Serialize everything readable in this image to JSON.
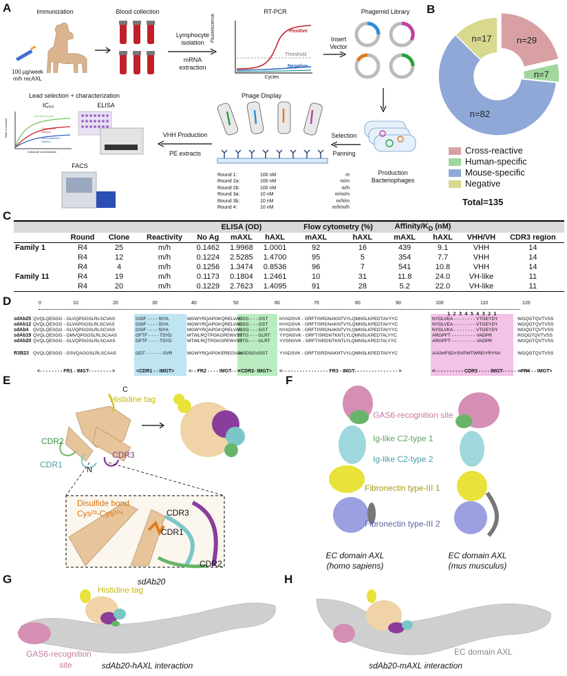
{
  "panels": {
    "A": "A",
    "B": "B",
    "C": "C",
    "D": "D",
    "E": "E",
    "F": "F",
    "G": "G",
    "H": "H"
  },
  "panelA": {
    "immunization": "Immunization",
    "dose1": "100 µg/week",
    "dose2": "m/h recAXL",
    "blood": "Blood collection",
    "lymph1": "Lymphocyte",
    "lymph2": "isolation",
    "mrna1": "mRNA",
    "mrna2": "extraction",
    "rtpcr": "RT-PCR",
    "positive": "Positive",
    "threshold": "Threshold",
    "negative": "Negative",
    "fluorescence": "Fluorescence",
    "cycles": "Cycles",
    "phagemid": "Phagemid Library",
    "insert1": "Insert",
    "insert2": "Vector",
    "lead": "Lead selection + characterization",
    "ic50": "IC₅₀",
    "elisa": "ELISA",
    "facs": "FACS",
    "normal": "Normal enzyme",
    "competitive": "Competitive inhibitor",
    "noncompetitive": "Noncompetitive inhibitor",
    "rate": "Rate of reaction",
    "substrate": "Substrate concentration",
    "phage_display": "Phage Display",
    "vhh_prod": "VHH Production",
    "pe": "PE extracts",
    "selection": "Selection",
    "panning": "Panning",
    "prod1": "Production",
    "prod2": "Bacteriophages",
    "rounds": [
      {
        "r": "Round 1:",
        "c": "100 nM",
        "s": "m"
      },
      {
        "r": "Round 2a:",
        "c": "100 nM",
        "s": "m/m"
      },
      {
        "r": "Round 2b:",
        "c": "100 nM",
        "s": "m/h"
      },
      {
        "r": "Round 3a:",
        "c": "10 nM",
        "s": "m/m/m"
      },
      {
        "r": "Round 3b:",
        "c": "10 nM",
        "s": "m/h/m"
      },
      {
        "r": "Round 4:",
        "c": "10 nM",
        "s": "m/h/m/h"
      }
    ]
  },
  "panelB": {
    "segments": [
      {
        "label": "n=29",
        "value": 29,
        "color": "#d8a0a3",
        "name": "Cross-reactive"
      },
      {
        "label": "n=7",
        "value": 7,
        "color": "#9fd89f",
        "name": "Human-specific"
      },
      {
        "label": "n=82",
        "value": 82,
        "color": "#8fa8d8",
        "name": "Mouse-specific"
      },
      {
        "label": "n=17",
        "value": 17,
        "color": "#d8d88f",
        "name": "Negative"
      }
    ],
    "total": "Total=135"
  },
  "panelC": {
    "group_headers": {
      "elisa": "ELISA (OD)",
      "flow": "Flow cytometry (%)",
      "affinity": "Affinity/K",
      "affinity_sub": "D",
      "affinity_unit": " (nM)"
    },
    "headers": [
      "Round",
      "Clone",
      "Reactivity",
      "No Ag",
      "mAXL",
      "hAXL",
      "mAXL",
      "hAXL",
      "mAXL",
      "hAXL",
      "VHH/VH",
      "CDR3 region"
    ],
    "rows": [
      {
        "family": "Family 1",
        "cells": [
          "R4",
          "25",
          "m/h",
          "0.1462",
          "1.9968",
          "1.0001",
          "92",
          "16",
          "439",
          "9.1",
          "VHH",
          "14"
        ]
      },
      {
        "family": "",
        "cells": [
          "R4",
          "12",
          "m/h",
          "0.1224",
          "2.5285",
          "1.4700",
          "95",
          "5",
          "354",
          "7.7",
          "VHH",
          "14"
        ]
      },
      {
        "family": "",
        "cells": [
          "R4",
          "4",
          "m/h",
          "0.1256",
          "1.3474",
          "0.8536",
          "96",
          "7",
          "541",
          "10.8",
          "VHH",
          "14"
        ]
      },
      {
        "family": "Family 11",
        "cells": [
          "R4",
          "19",
          "m/h",
          "0.1173",
          "0.1804",
          "1.2461",
          "10",
          "31",
          "11.8",
          "24.0",
          "VH-like",
          "11"
        ]
      },
      {
        "family": "",
        "cells": [
          "R4",
          "20",
          "m/h",
          "0.1229",
          "2.7623",
          "1.4095",
          "91",
          "28",
          "5.2",
          "22.0",
          "VH-like",
          "11"
        ]
      }
    ]
  },
  "panelD": {
    "ruler": [
      "0",
      "10",
      "20",
      "30",
      "40",
      "50",
      "60",
      "70",
      "80",
      "90",
      "100",
      "110",
      "120"
    ],
    "cdr3_ticks": "1 2 3 4 5 4 3 2 1",
    "seqs": [
      {
        "name": "sdAb25",
        "fr1": "QVQLQESGG - GLVQPGGSLRLSCVAS",
        "cdr1": "GSIF - - - - SIYA",
        "fr2": "MGWYRQAPGKQRELVAG",
        "cdr2": "ISSG - - - GST",
        "fr3": "NYADSVK - GRFTISRDNAKNTVYLQMNSLKPEDTAVYYC",
        "cdr3": "NYDLVEA - - - - - - - - VTGEYDY",
        "fr4": "WGQGTQVTVSS"
      },
      {
        "name": "sdAb12",
        "fr1": "QVQLQESGG - GLVKPGGSLRLSCVAS",
        "cdr1": "GSIF - - - - SIYA",
        "fr2": "MGWYRQAPGKQRELVAG",
        "cdr2": "ISSG - - - GST",
        "fr3": "NYADSVK - GRFTISRDNAKNTVYLQMNSLKPEDTAVYYC",
        "cdr3": "NYDLVEA - - - - - - - - VTGEYDY",
        "fr4": "WGQGTQVTVSS"
      },
      {
        "name": "sdAb4",
        "fr1": "QVQLQESGG - GLVQPGGSLRLSCVAS",
        "cdr1": "GSIF - - - - SIYA",
        "fr2": "MGWYRQAPGKQRELVAG",
        "cdr2": "ISSG - - - GST",
        "fr3": "NYADSVK - GRFTISRDNAKNTVYLQMNSLKPEDTAVYYC",
        "cdr3": "NYDLVKA - - - - - - - - VTGEYDY",
        "fr4": "WGQGTQVTVSS"
      },
      {
        "name": "sdAb19",
        "fr1": "QVQLQESGG - GMVQPGGSLRLSCAAS",
        "cdr1": "GFTF - - - - TSYD",
        "fr2": "MTWLRQTPGKGPEWVST",
        "cdr2": "ISTG - - - GLRT",
        "fr3": "YYGNSVK - GRFTISRDNTKNTLYLQMNSLKPEDTALYYC",
        "cdr3": "ARGPFT - - - - - - - - - VADPR",
        "fr4": "RGQGTQVTVSS"
      },
      {
        "name": "sdAb20",
        "fr1": "QVQLQESGG - GLVQPGGSLRLSCAAS",
        "cdr1": "GFTF - - - - TSYD",
        "fr2": "MTWLRQTPGKGPEWVST",
        "cdr2": "ISTG - - - GLRT",
        "fr3": "YYGNSVK - GRFTISRDNTKNTLYLQMNSLKPEDTALYYC",
        "cdr3": "ARGPFT - - - - - - - - - VADPR",
        "fr4": "WGQGTQVTVSS"
      },
      {
        "name": "R3B23",
        "fr1": "QVQLQESGG - GSVQAGGSLRLSCAAS",
        "cdr1": "GDT - - - - - - SVR",
        "fr2": "MGWYRQAPGKEREGVAV",
        "cdr2": "INSDSGVGST",
        "fr3": "YYADSVK - GRFTISRDNAKNTVYLQMNSLKPEDTAVYYC",
        "cdr3": "AAGHFSDYSVPWTWREIYRYNV",
        "fr4": "WGQGTQVTVSS"
      }
    ],
    "regions": {
      "fr1": "<- - - - - - - - FR1 - IMGT- - - - - - - - >",
      "cdr1": "<CDR1 - - IMGT>",
      "fr2": "<- - FR2 - - - - IMGT- - >",
      "cdr2": "<CDR2- IMGT>",
      "fr3": "<- - - - - - - - - - - - - - - - FR3 - IMGT- - - - - - - - - - - - - - - >",
      "cdr3": "<- - - - - - - - - - CDR3 - - - - IMGT- - - - - - - - >",
      "fr4": "<FR4 - - IMGT>"
    }
  },
  "panelE": {
    "his": "Histidine tag",
    "cterm": "C",
    "nterm": "N",
    "cdr1": "CDR1",
    "cdr2": "CDR2",
    "cdr3": "CDR3",
    "disulfide1": "Disulfide bond",
    "disulfide2": "Cys²³-Cys¹⁰⁴",
    "cap": "sdAb20"
  },
  "panelF": {
    "gas6": "GAS6-recognition site",
    "ig1": "Ig-like C2-type 1",
    "ig2": "Ig-like C2-type 2",
    "fn1": "Fibronectin type-III 1",
    "fn2": "Fibronectin type-III 2",
    "cap1a": "EC domain AXL",
    "cap1b": "(homo sapiens)",
    "cap2a": "EC domain AXL",
    "cap2b": "(mus musculus)"
  },
  "panelG": {
    "his": "Histidine tag",
    "gas6a": "GAS6-recognition",
    "gas6b": "site",
    "cap": "sdAb20-hAXL interaction"
  },
  "panelH": {
    "ec": "EC domain AXL",
    "cap": "sdAb20-mAXL interaction"
  },
  "colors": {
    "cdr1": "#bfe4f2",
    "cdr2": "#b9ecc0",
    "cdr3": "#f3c2e6",
    "pink": "#d58fb4",
    "green": "#68b56a",
    "cyan": "#7bc7c7",
    "yellow": "#e8e23a",
    "blue": "#8a90d8",
    "tan": "#e8c49a",
    "purple": "#8a3d9a",
    "gray": "#c4c4c4"
  }
}
